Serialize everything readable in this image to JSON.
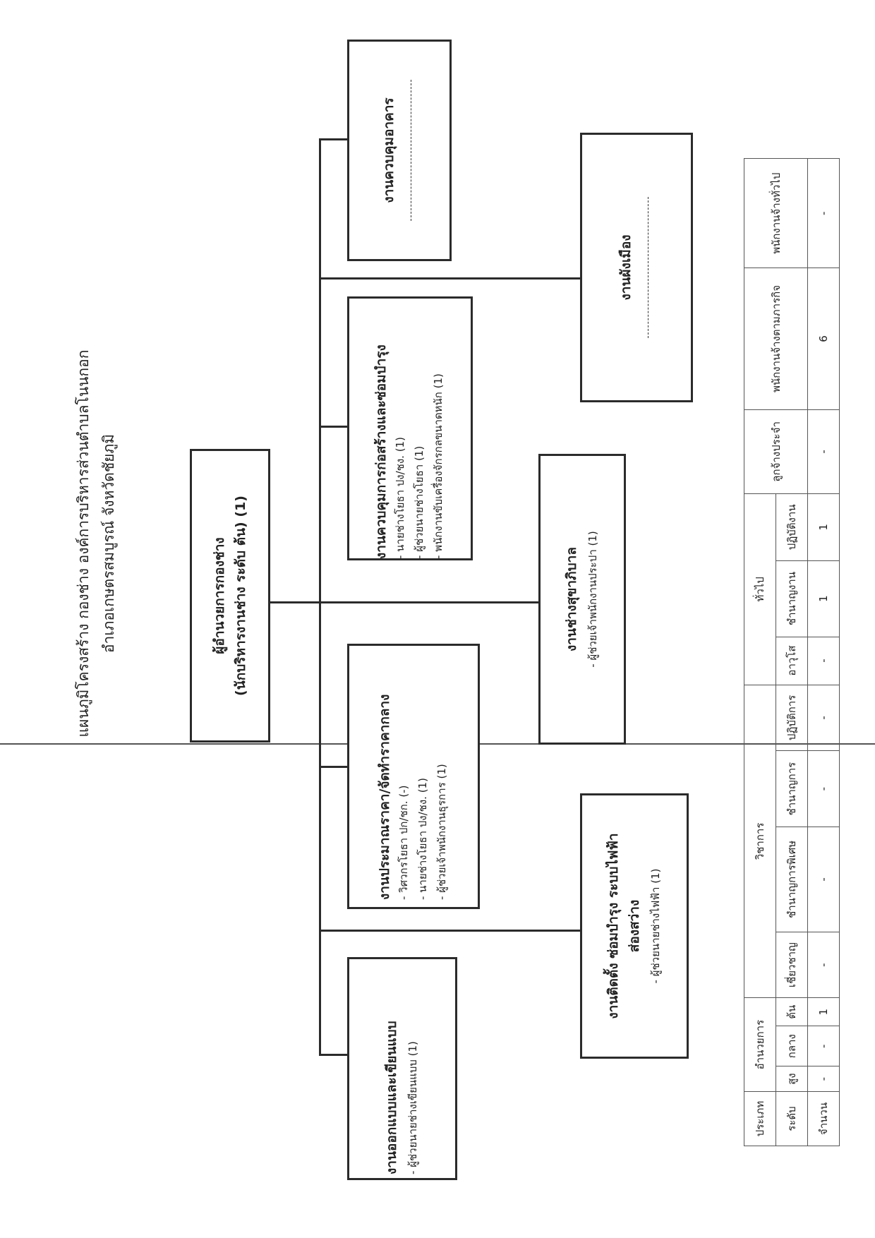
{
  "title": {
    "line1": "แผนภูมิโครงสร้าง กองช่าง องค์การบริหารส่วนตำบลโนนกอก",
    "line2": "อำเภอเกษตรสมบูรณ์ จังหวัดชัยภูมิ"
  },
  "director": {
    "line1": "ผู้อำนวยการกองช่าง",
    "line2": "(นักบริหารงานช่าง ระดับ ต้น) (1)"
  },
  "units": {
    "design": {
      "title": "งานออกแบบและเขียนแบบ",
      "items": [
        "- ผู้ช่วยนายช่างเขียนแบบ (1)"
      ]
    },
    "estimate": {
      "title": "งานประมาณราคา/จัดทำราคากลาง",
      "items": [
        "- วิศวกรโยธา ปก/ชก. (-)",
        "- นายช่างโยธา ปง/ชง. (1)",
        "- ผู้ช่วยเจ้าพนักงานธุรการ (1)"
      ]
    },
    "construction": {
      "title": "งานควบคุมการก่อสร้างและซ่อมบำรุง",
      "items": [
        "- นายช่างโยธา ปง/ชง. (1)",
        "- ผู้ช่วยนายช่างโยธา (1)",
        "- พนักงานขับเครื่องจักรกลขนาดหนัก (1)"
      ]
    },
    "building": {
      "title": "งานควบคุมอาคาร",
      "items": []
    },
    "electric": {
      "title_line1": "งานติดตั้ง ซ่อมบำรุง ระบบไฟฟ้า",
      "title_line2": "ส่องสว่าง",
      "items": [
        "- ผู้ช่วยนายช่างไฟฟ้า (1)"
      ]
    },
    "sanitation": {
      "title": "งานช่างสุขาภิบาล",
      "items": [
        "- ผู้ช่วยเจ้าพนักงานประปา (1)"
      ]
    },
    "cityplan": {
      "title": "งานผังเมือง",
      "items": []
    }
  },
  "summary": {
    "row_labels": [
      "ประเภท",
      "ระดับ",
      "จำนวน"
    ],
    "groups": [
      {
        "name": "อำนวยการ",
        "levels": [
          "สูง",
          "กลาง",
          "ต้น"
        ],
        "counts": [
          "-",
          "-",
          "1"
        ]
      },
      {
        "name": "วิชาการ",
        "levels": [
          "เชี่ยวชาญ",
          "ชำนาญการพิเศษ",
          "ชำนาญการ",
          "ปฏิบัติการ"
        ],
        "counts": [
          "-",
          "-",
          "-",
          "-"
        ]
      },
      {
        "name": "ทั่วไป",
        "levels": [
          "อาวุโส",
          "ชำนาญงาน",
          "ปฏิบัติงาน"
        ],
        "counts": [
          "-",
          "1",
          "1"
        ]
      },
      {
        "name": "ลูกจ้างประจำ",
        "levels": [],
        "counts": [
          "-"
        ]
      },
      {
        "name": "พนักงานจ้างตามภารกิจ",
        "levels": [],
        "counts": [
          "6"
        ]
      },
      {
        "name": "พนักงานจ้างทั่วไป",
        "levels": [],
        "counts": [
          "-"
        ]
      }
    ]
  }
}
